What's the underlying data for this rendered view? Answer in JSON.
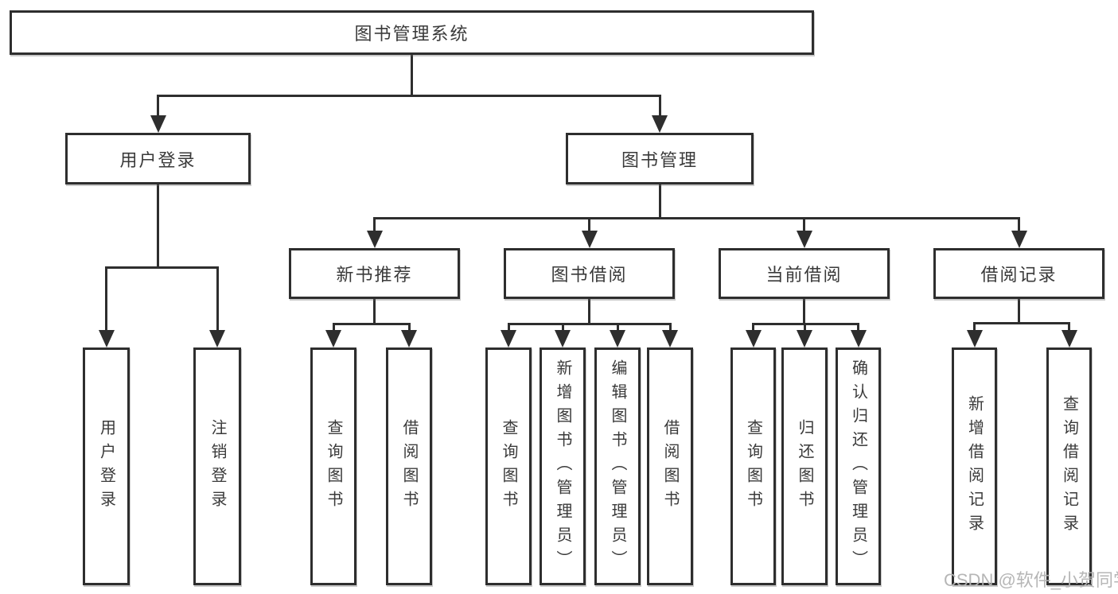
{
  "diagram": {
    "type": "hierarchy-flowchart",
    "title": "图书管理系统",
    "colors": {
      "line": "#2e2e2e",
      "text": "#3a3a3a",
      "box_background": "#ffffff",
      "watermark_text_color": "#b2b2b2"
    },
    "nodes": [
      {
        "id": "root",
        "label": "图书管理系统",
        "orientation": "horizontal",
        "level": 0
      },
      {
        "id": "user-login",
        "label": "用户登录",
        "orientation": "horizontal",
        "level": 1
      },
      {
        "id": "book-mgmt",
        "label": "图书管理",
        "orientation": "horizontal",
        "level": 1
      },
      {
        "id": "login",
        "label": "用户登录",
        "orientation": "vertical",
        "level": 2
      },
      {
        "id": "logout",
        "label": "注销登录",
        "orientation": "vertical",
        "level": 2
      },
      {
        "id": "new-book-rec",
        "label": "新书推荐",
        "orientation": "horizontal",
        "level": 2
      },
      {
        "id": "book-borrow",
        "label": "图书借阅",
        "orientation": "horizontal",
        "level": 2
      },
      {
        "id": "current-borrow",
        "label": "当前借阅",
        "orientation": "horizontal",
        "level": 2
      },
      {
        "id": "borrow-records",
        "label": "借阅记录",
        "orientation": "horizontal",
        "level": 2
      },
      {
        "id": "rec-query",
        "label": "查询图书",
        "orientation": "vertical",
        "level": 3
      },
      {
        "id": "rec-borrow",
        "label": "借阅图书",
        "orientation": "vertical",
        "level": 3
      },
      {
        "id": "bb-query",
        "label": "查询图书",
        "orientation": "vertical",
        "level": 3
      },
      {
        "id": "bb-add",
        "label": "新增图书（管理员）",
        "orientation": "vertical",
        "level": 3
      },
      {
        "id": "bb-edit",
        "label": "编辑图书（管理员）",
        "orientation": "vertical",
        "level": 3
      },
      {
        "id": "bb-borrow",
        "label": "借阅图书",
        "orientation": "vertical",
        "level": 3
      },
      {
        "id": "cb-query",
        "label": "查询图书",
        "orientation": "vertical",
        "level": 3
      },
      {
        "id": "cb-return",
        "label": "归还图书",
        "orientation": "vertical",
        "level": 3
      },
      {
        "id": "cb-confirm",
        "label": "确认归还（管理员）",
        "orientation": "vertical",
        "level": 3
      },
      {
        "id": "br-add",
        "label": "新增借阅记录",
        "orientation": "vertical",
        "level": 3
      },
      {
        "id": "br-query",
        "label": "查询借阅记录",
        "orientation": "vertical",
        "level": 3
      }
    ],
    "edges": [
      {
        "from": "root",
        "to": [
          "user-login",
          "book-mgmt"
        ]
      },
      {
        "from": "user-login",
        "to": [
          "login",
          "logout"
        ]
      },
      {
        "from": "book-mgmt",
        "to": [
          "new-book-rec",
          "book-borrow",
          "current-borrow",
          "borrow-records"
        ]
      },
      {
        "from": "new-book-rec",
        "to": [
          "rec-query",
          "rec-borrow"
        ]
      },
      {
        "from": "book-borrow",
        "to": [
          "bb-query",
          "bb-add",
          "bb-edit",
          "bb-borrow"
        ]
      },
      {
        "from": "current-borrow",
        "to": [
          "cb-query",
          "cb-return",
          "cb-confirm"
        ]
      },
      {
        "from": "borrow-records",
        "to": [
          "br-add",
          "br-query"
        ]
      }
    ],
    "watermark": "CSDN @软件_小贺同学"
  }
}
